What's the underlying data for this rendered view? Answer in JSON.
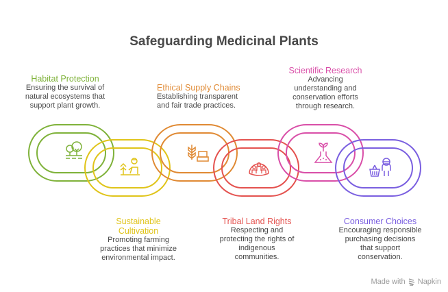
{
  "title": "Safeguarding Medicinal Plants",
  "items": [
    {
      "heading": "Habitat Protection",
      "description": "Ensuring the survival of\nnatural ecosystems that\nsupport plant growth.",
      "color": "#7fb23a",
      "icon": "trees-icon"
    },
    {
      "heading": "Sustainable\nCultivation",
      "description": "Promoting farming\npractices that minimize\nenvironmental impact.",
      "color": "#e0c41a",
      "icon": "farmer-planting-icon"
    },
    {
      "heading": "Ethical Supply Chains",
      "description": "Establishing transparent\nand fair trade practices.",
      "color": "#e08a34",
      "icon": "wheat-market-icon"
    },
    {
      "heading": "Tribal Land Rights",
      "description": "Respecting and\nprotecting the rights of\nindigenous\ncommunities.",
      "color": "#e4524f",
      "icon": "community-dome-icon"
    },
    {
      "heading": "Scientific Research",
      "description": "Advancing\nunderstanding and\nconservation efforts\nthrough research.",
      "color": "#d94fa8",
      "icon": "flask-sprout-icon"
    },
    {
      "heading": "Consumer Choices",
      "description": "Encouraging responsible\npurchasing decisions\nthat support\nconservation.",
      "color": "#7a5fe0",
      "icon": "shopper-basket-icon"
    }
  ],
  "footer": {
    "made_with": "Made with",
    "brand": "Napkin"
  }
}
